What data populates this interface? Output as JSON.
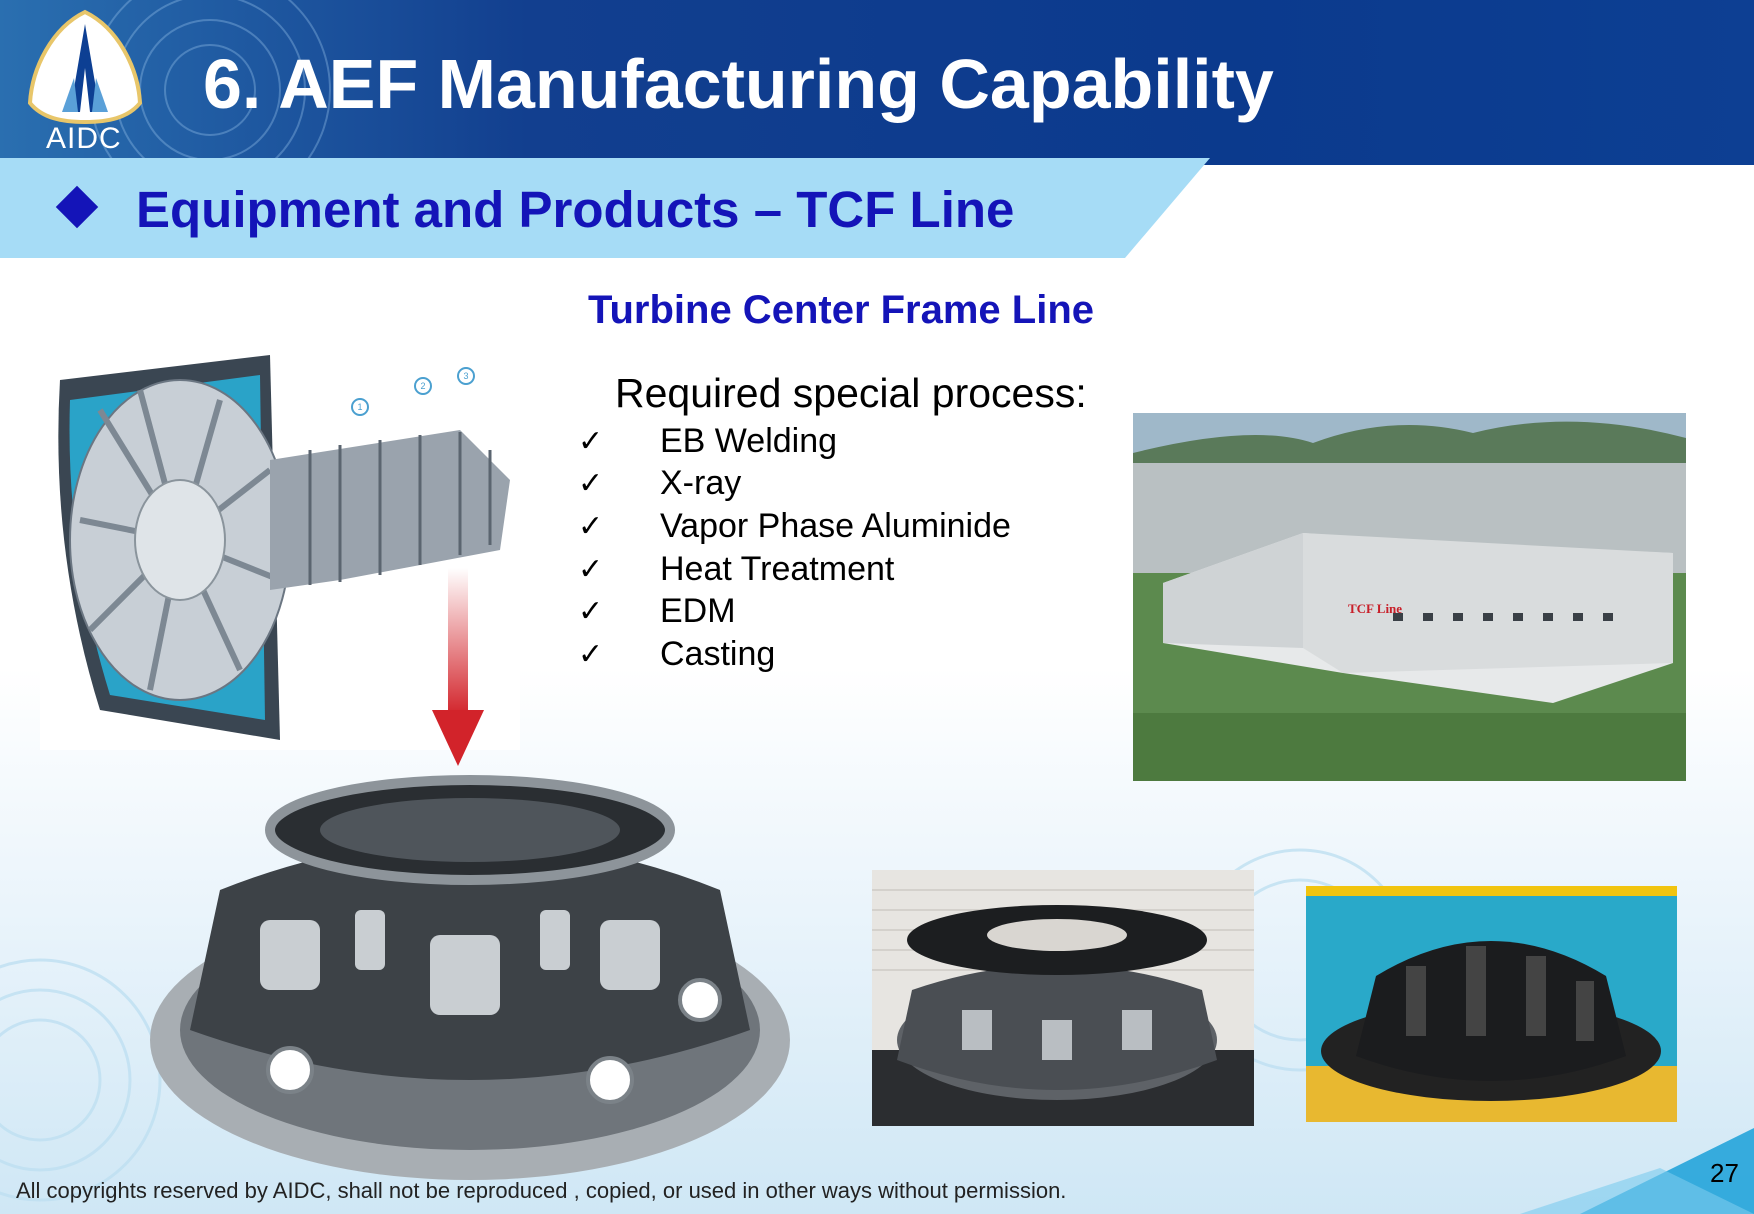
{
  "header": {
    "title": "6. AEF Manufacturing Capability",
    "logo_text": "AIDC"
  },
  "subheader": {
    "title": "Equipment  and Products – TCF Line"
  },
  "section": {
    "title": "Turbine Center Frame Line",
    "required_label": "Required special process:",
    "check_glyph": "✓",
    "processes": [
      "EB Welding",
      "X-ray",
      "Vapor Phase Aluminide",
      "Heat Treatment",
      "EDM",
      "Casting"
    ]
  },
  "engine_callouts": [
    "1",
    "2",
    "3"
  ],
  "factory_sign": "TCF Line",
  "footer": {
    "copyright": "All copyrights reserved by AIDC, shall not be reproduced , copied, or used in other ways without permission.",
    "page_number": "27"
  },
  "colors": {
    "header_blue": "#0b3a8d",
    "subbar_blue": "#a6dcf6",
    "accent_text": "#1414b8",
    "arrow_red": "#d2232a"
  }
}
